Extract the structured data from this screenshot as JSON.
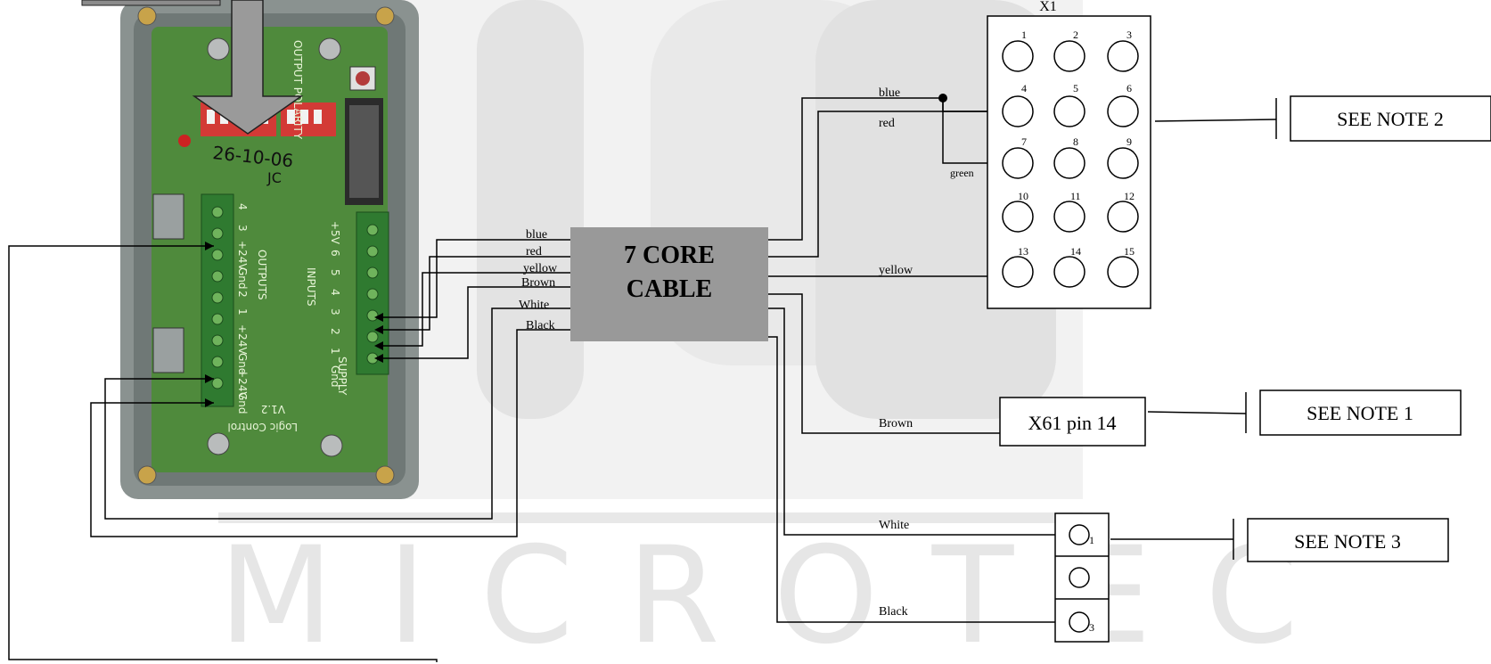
{
  "watermark": {
    "text": "MICROTEC"
  },
  "pcb": {
    "hand_date": "26-10-06",
    "hand_initials": "JC",
    "silk_output_polarity": "OUTPUT POLARITY",
    "silk_outputs": "OUTPUTS",
    "silk_inputs": "INPUTS",
    "silk_supply": "SUPPLY",
    "silk_logic": "Logic Control",
    "silk_version": "V1.2",
    "silk_pins_left": [
      "4",
      "3",
      "+24V",
      "Gnd",
      "2",
      "1",
      "+24V",
      "Gnd",
      "+24V",
      "Gnd"
    ],
    "silk_pins_right": [
      "+5V",
      "6",
      "5",
      "4",
      "3",
      "2",
      "1",
      "Gnd"
    ]
  },
  "cable": {
    "line1": "7 CORE",
    "line2": "CABLE",
    "color": "#999999"
  },
  "left_wire_labels": [
    "blue",
    "red",
    "yellow",
    "Brown",
    "White",
    "Black"
  ],
  "right_wire_labels": {
    "blue": "blue",
    "red": "red",
    "green": "green",
    "yellow": "yellow",
    "brown": "Brown",
    "white": "White",
    "black": "Black"
  },
  "x1": {
    "title": "X1",
    "pins": [
      "1",
      "2",
      "3",
      "4",
      "5",
      "6",
      "7",
      "8",
      "9",
      "10",
      "11",
      "12",
      "13",
      "14",
      "15"
    ]
  },
  "x61": {
    "label": "X61 pin 14"
  },
  "connector3": {
    "pins": [
      "1",
      "3"
    ]
  },
  "notes": {
    "note1": "SEE NOTE 1",
    "note2": "SEE NOTE 2",
    "note3": "SEE NOTE 3"
  }
}
